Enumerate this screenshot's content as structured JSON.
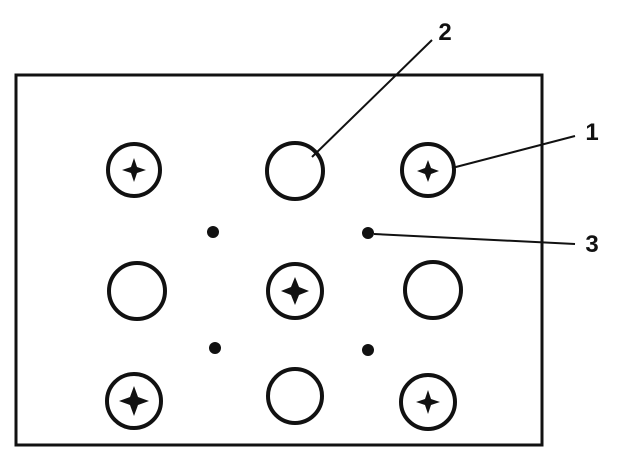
{
  "diagram": {
    "callouts": [
      {
        "id": "1",
        "text": "1",
        "refers_to": "screw-hole"
      },
      {
        "id": "2",
        "text": "2",
        "refers_to": "open-hole"
      },
      {
        "id": "3",
        "text": "3",
        "refers_to": "small-dot"
      }
    ],
    "grid": {
      "rows": [
        [
          "screw-hole",
          "open-hole",
          "screw-hole"
        ],
        [
          "open-hole",
          "screw-hole",
          "open-hole"
        ],
        [
          "screw-hole",
          "open-hole",
          "screw-hole"
        ]
      ]
    },
    "small_dot_count": 4,
    "ink_color": "#111111",
    "background_color": "#ffffff"
  }
}
